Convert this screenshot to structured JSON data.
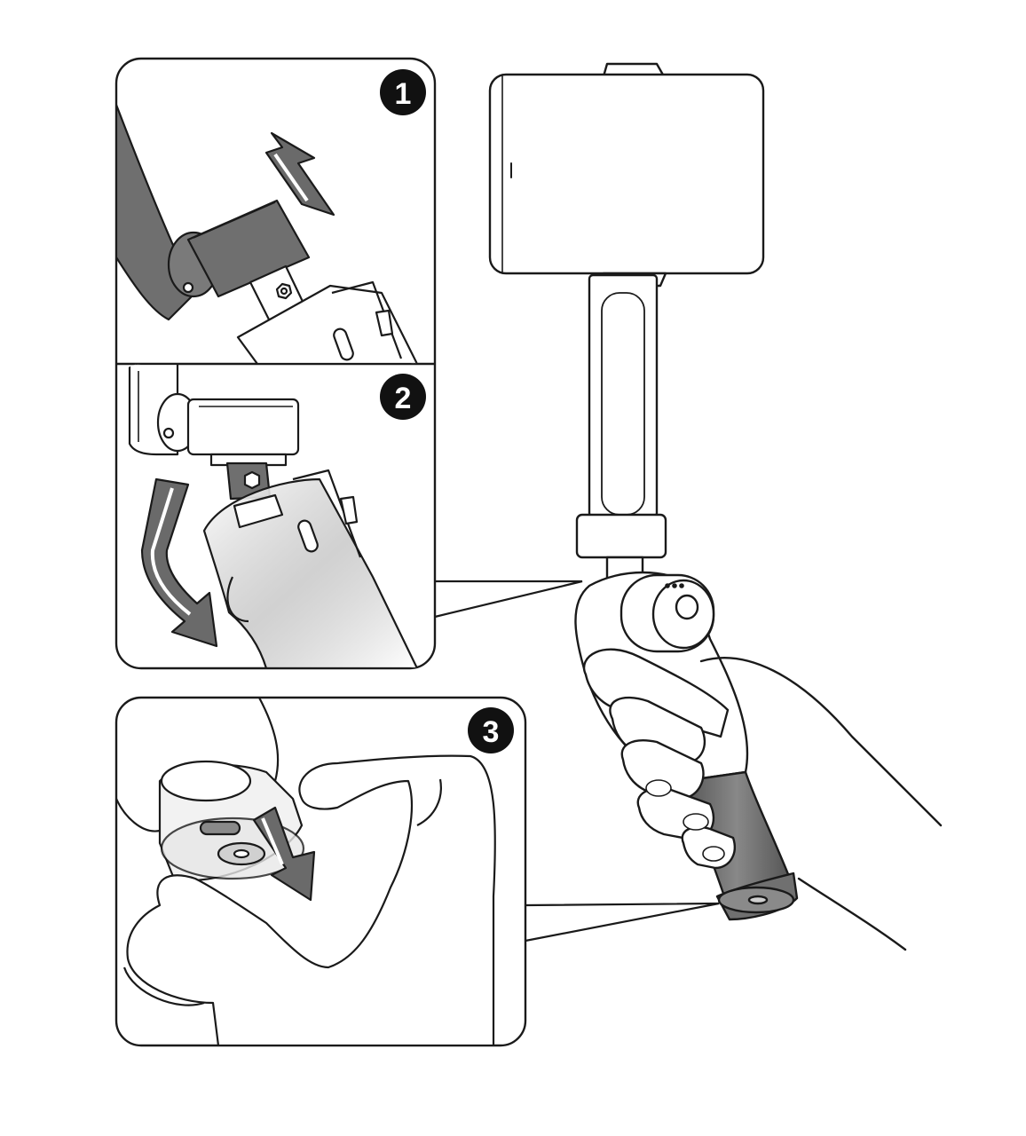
{
  "steps": [
    {
      "number": "1"
    },
    {
      "number": "2"
    },
    {
      "number": "3"
    }
  ],
  "colors": {
    "line": "#1a1a1a",
    "dark_part": "#6f6f6f",
    "mid_part": "#8a8a8a",
    "arrow_fill": "#6a6a6a",
    "highlight": "#d8d8d8",
    "badge_fill": "#111111",
    "background": "#ffffff"
  },
  "icons": {
    "arrow_up": "arrow-up-right-icon",
    "arrow_down": "arrow-curved-down-icon",
    "arrow_twist": "arrow-down-twist-icon"
  }
}
